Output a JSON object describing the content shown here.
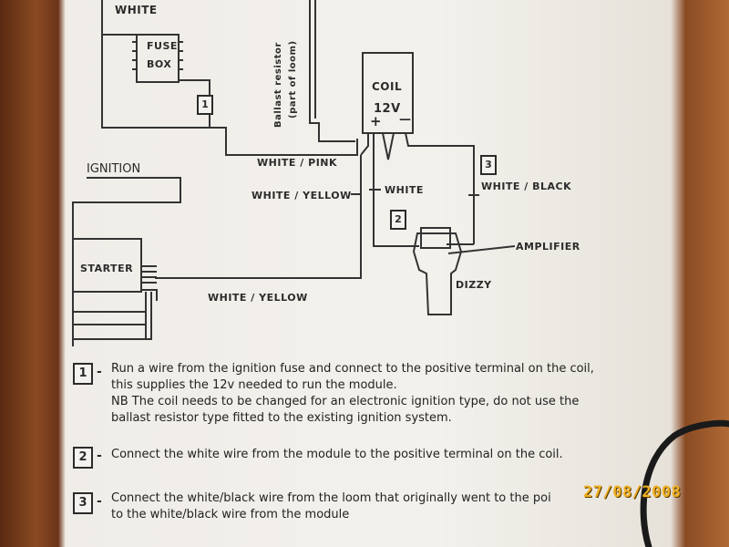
{
  "diagram": {
    "labels": {
      "white_top": "WHITE",
      "fuse_box": "FUSE\nBOX",
      "fuse_line1": "FUSE",
      "fuse_line2": "BOX",
      "ballast": "Ballast resistor",
      "ballast_sub": "(part of loom)",
      "coil": "COIL",
      "coil_voltage": "12V",
      "plus": "+",
      "minus": "—",
      "ignition": "IGNITION",
      "white_pink": "WHITE / PINK",
      "white_yellow_1": "WHITE / YELLOW",
      "white_mid": "WHITE",
      "white_black": "WHITE / BLACK",
      "amplifier": "AMPLIFIER",
      "starter": "STARTER",
      "white_yellow_2": "WHITE / YELLOW",
      "dizzy": "DIZZY",
      "marker_1": "1",
      "marker_2": "2",
      "marker_3": "3"
    }
  },
  "notes": [
    {
      "number": "1",
      "lines": [
        "Run a wire from the ignition fuse and connect to the positive terminal on the coil,",
        "this supplies the 12v needed to run the module.",
        "NB The coil needs to be changed for an electronic ignition type, do not use the",
        "ballast resistor type fitted to the existing ignition system."
      ]
    },
    {
      "number": "2",
      "lines": [
        "Connect the white wire from the module to the positive terminal on the coil."
      ]
    },
    {
      "number": "3",
      "lines": [
        "Connect the white/black wire from the loom that originally went to the poi",
        "to the white/black wire from the module"
      ]
    }
  ],
  "timestamp": "27/08/2008"
}
